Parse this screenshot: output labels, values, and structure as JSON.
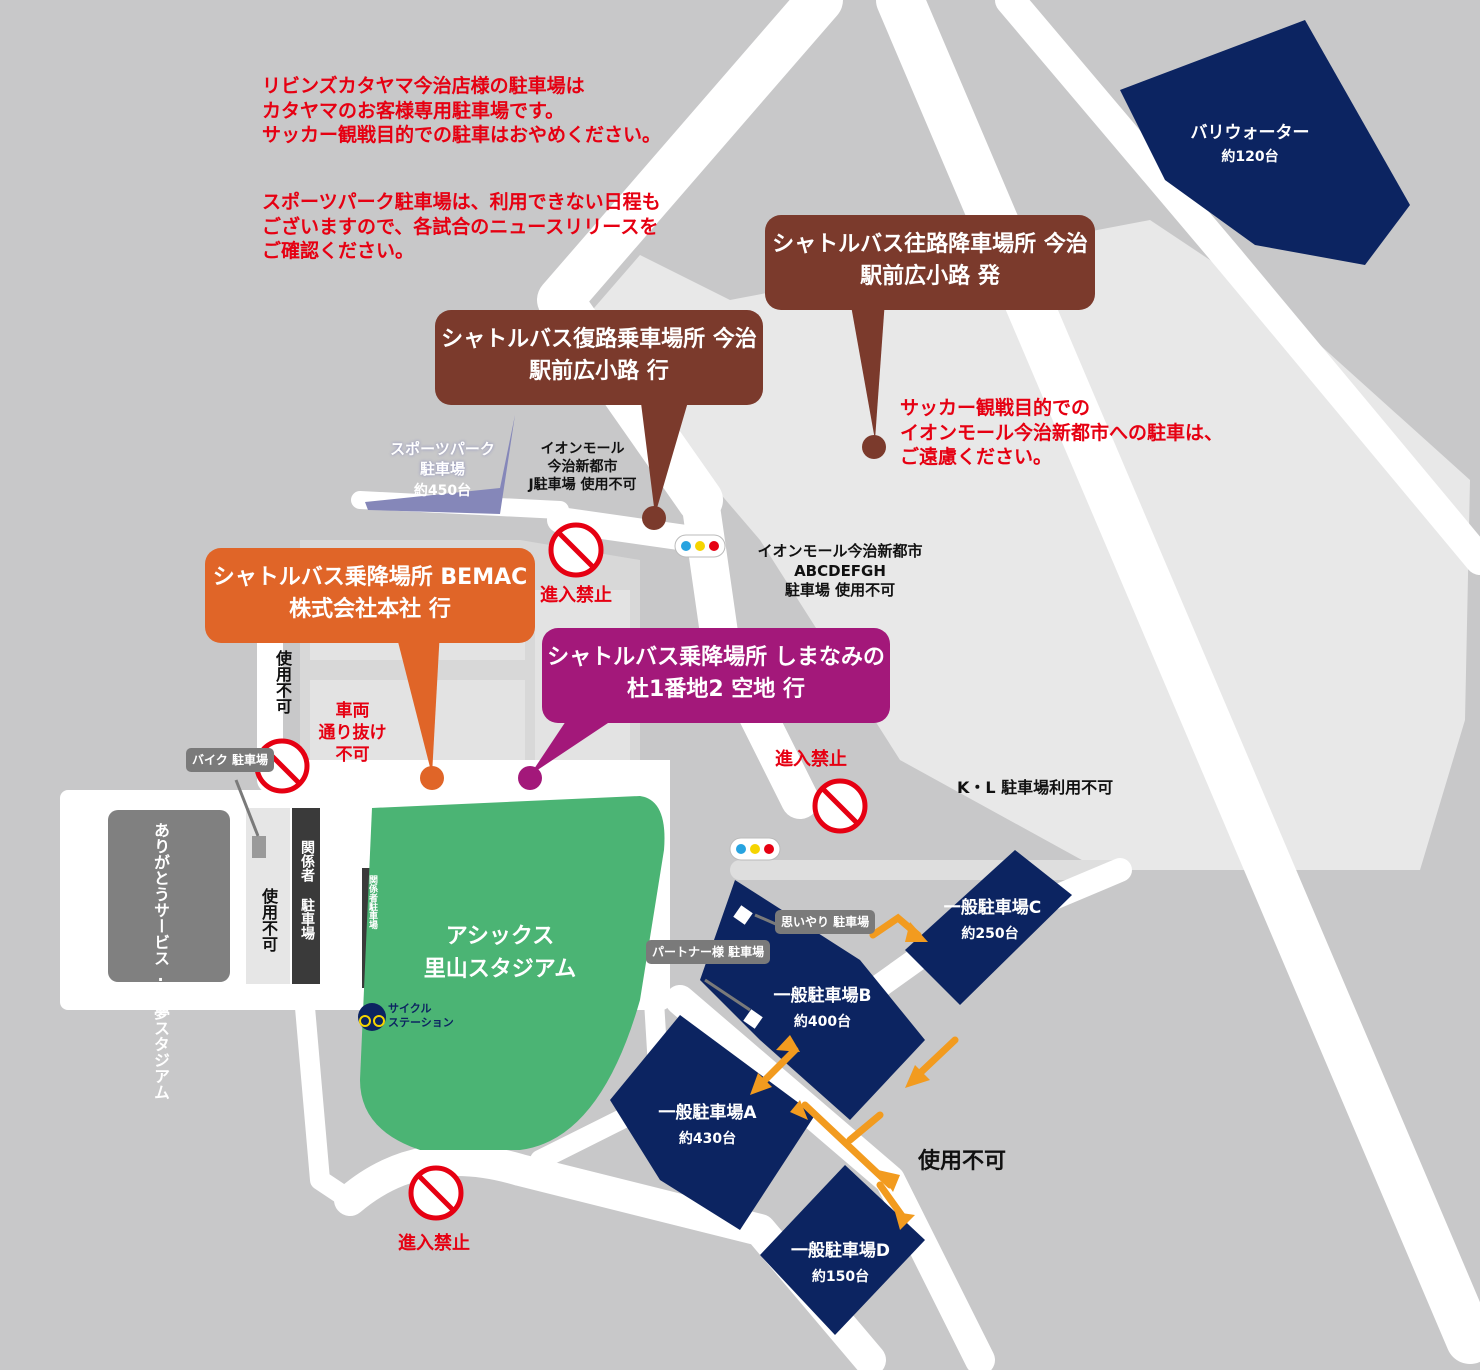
{
  "notices": {
    "katayama": "リビンズカタヤマ今治店様の駐車場は\nカタヤマのお客様専用駐車場です。\nサッカー観戦目的での駐車はおやめください。",
    "sports_park": "スポーツパーク駐車場は、利用できない日程も\nございますので、各試合のニュースリリースを\nご確認ください。",
    "aeon": "サッカー観戦目的での\nイオンモール今治新都市への駐車は、\nご遠慮ください。"
  },
  "bubbles": {
    "outbound": "シャトルバス往路降車場所\n今治駅前広小路 発",
    "return": "シャトルバス復路乗車場所\n今治駅前広小路 行",
    "bemac": "シャトルバス乗降場所\nBEMAC株式会社本社 行",
    "shimanami": "シャトルバス乗降場所\nしまなみの杜1番地2 空地 行"
  },
  "places": {
    "barri_water": {
      "name": "バリウォーター",
      "capacity": "約120台"
    },
    "sports_park": {
      "name": "スポーツパーク\n駐車場",
      "capacity": "約450台"
    },
    "aeon_j": "イオンモール\n今治新都市\nJ駐車場 使用不可",
    "aeon_abc": "イオンモール今治新都市\nABCDEFGH\n駐車場 使用不可",
    "kl": "K・L 駐車場利用不可",
    "stadium": "アシックス\n里山スタジアム",
    "yume_stadium": "ありがとうサービス.\n夢スタジアム",
    "cycle_station": "サイクル\nステーション",
    "bike_parking": "バイク\n駐車場",
    "omoiyari": "思いやり\n駐車場",
    "partner": "パートナー様\n駐車場"
  },
  "lots": [
    {
      "name": "一般駐車場A",
      "capacity": "約430台"
    },
    {
      "name": "一般駐車場B",
      "capacity": "約400台"
    },
    {
      "name": "一般駐車場C",
      "capacity": "約250台"
    },
    {
      "name": "一般駐車場D",
      "capacity": "約150台"
    }
  ],
  "labels": {
    "no_entry": "進入禁止",
    "no_through": "車両\n通り抜け\n不可",
    "unusable": "使用不可",
    "staff_parking": "関係者 駐車場",
    "staff_parking_small": "関係者駐車場"
  },
  "colors": {
    "navy": "#0c2461",
    "brown": "#7b3a2c",
    "orange": "#e06528",
    "purple": "#a3187a",
    "green": "#4bb474",
    "lavender": "#8587b9",
    "red": "#e60012",
    "arrow": "#f29b1f"
  }
}
